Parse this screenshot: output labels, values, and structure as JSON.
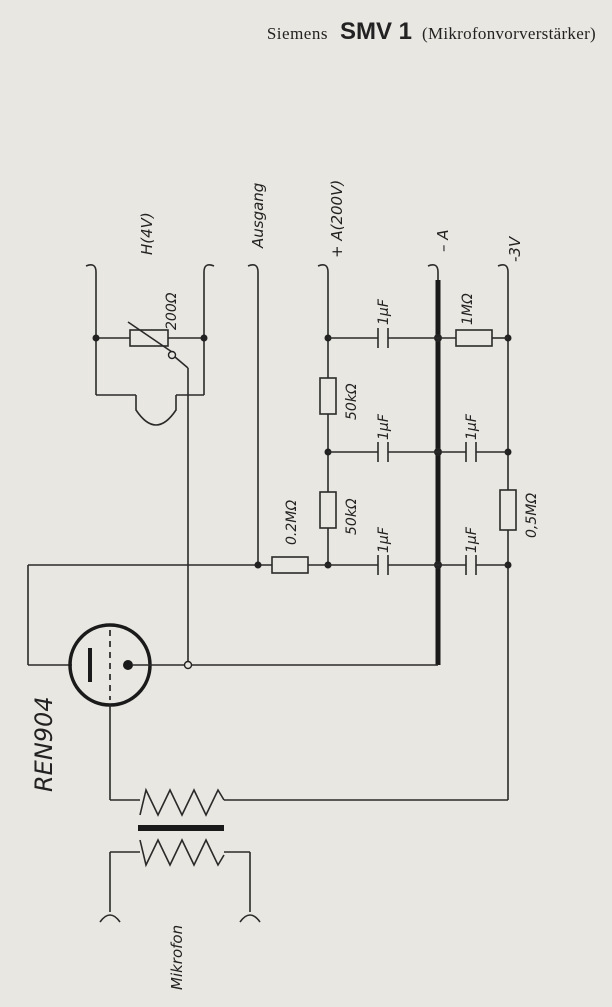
{
  "header": {
    "brand": "Siemens",
    "model": "SMV 1",
    "description": "(Mikrofonvorverstärker)"
  },
  "terminals": {
    "heater": "H(4V)",
    "output": "Ausgang",
    "plus_a": "+ A(200V)",
    "minus_a": "– A",
    "minus_3v": "-3V",
    "microphone": "Mikrofon"
  },
  "components": {
    "heater_rheostat": "200Ω",
    "grid_bias_resistor": "1MΩ",
    "cap_top_a": "1μF",
    "cap_mid_a": "1μF",
    "cap_mid_b": "1μF",
    "cap_low_a": "1μF",
    "cap_low_b": "1μF",
    "filter_resistor_1": "50kΩ",
    "filter_resistor_2": "50kΩ",
    "plate_resistor": "0.2MΩ",
    "bias_divider": "0,5MΩ",
    "tube": "REN904"
  }
}
